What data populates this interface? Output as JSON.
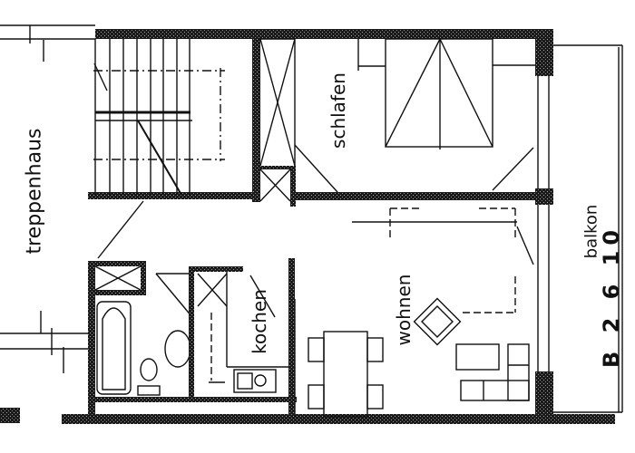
{
  "plan": {
    "type": "apartment floor plan",
    "rooms": [
      {
        "id": "stairwell",
        "label": "treppenhaus"
      },
      {
        "id": "bedroom",
        "label": "schlafen"
      },
      {
        "id": "kitchen",
        "label": "kochen"
      },
      {
        "id": "living",
        "label": "wohnen"
      },
      {
        "id": "balcony",
        "label": "balkon"
      }
    ],
    "unit_code": "B 2 6 10",
    "colors": {
      "ink": "#111111",
      "wall": "#1a1a1a",
      "background": "#ffffff"
    }
  }
}
